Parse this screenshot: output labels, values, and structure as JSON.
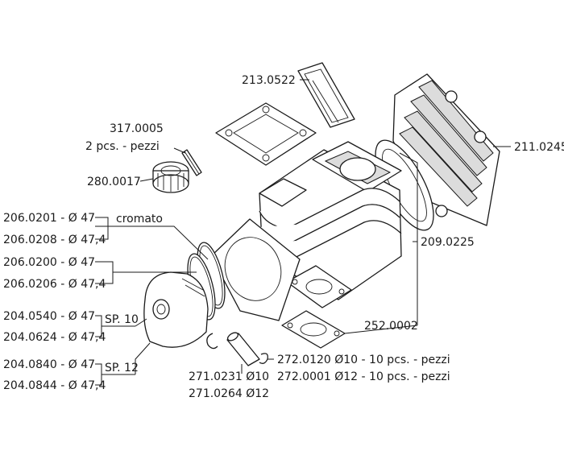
{
  "labels": {
    "p213_0522": "213.0522",
    "p317_0005": "317.0005",
    "pcs_2": "2 pcs. - pezzi",
    "p280_0017": "280.0017",
    "p211_0245": "211.0245",
    "p206_0201": "206.0201 - Ø 47",
    "cromato": "cromato",
    "p206_0208": "206.0208 - Ø 47,4",
    "p209_0225": "209.0225",
    "p206_0200": "206.0200 - Ø 47",
    "p206_0206": "206.0206 - Ø 47,4",
    "p204_0540": "204.0540 - Ø 47",
    "sp10": "SP. 10",
    "p252_0002": "252.0002",
    "p204_0624": "204.0624 - Ø 47,4",
    "p272_0120": "272.0120 Ø10 - 10 pcs. - pezzi",
    "p204_0840": "204.0840 - Ø 47",
    "sp12": "SP. 12",
    "p272_0001": "272.0001 Ø12 - 10 pcs. - pezzi",
    "p204_0844": "204.0844 - Ø 47,4",
    "p271_0231": "271.0231 Ø10",
    "p271_0264": "271.0264 Ø12"
  },
  "colors": {
    "ink": "#1a1a1a",
    "background": "#ffffff",
    "shade": "#dcdcdc"
  }
}
